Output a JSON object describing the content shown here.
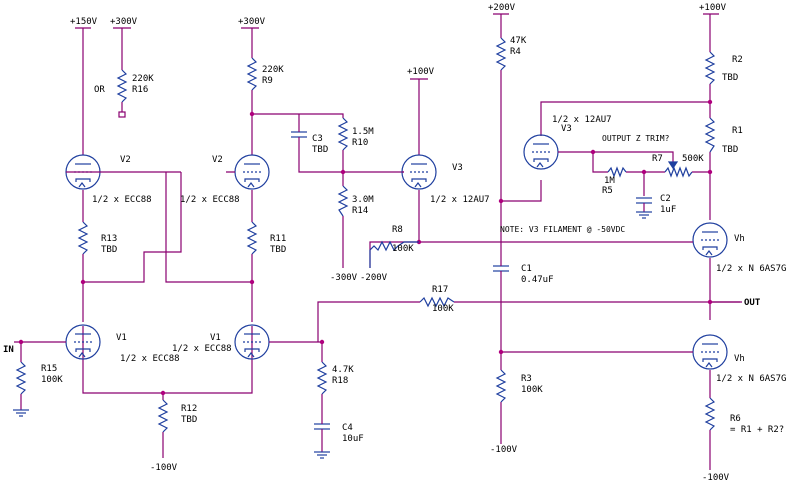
{
  "rails": {
    "p150": "+150V",
    "p300a": "+300V",
    "p300b": "+300V",
    "p100a": "+100V",
    "p200": "+200V",
    "p100b": "+100V",
    "m300": "-300V",
    "m200": "-200V",
    "m100a": "-100V",
    "m100b": "-100V",
    "m100c": "-100V"
  },
  "labels": {
    "or": "OR",
    "in": "IN",
    "out": "OUT",
    "note": "NOTE: V3 FILAMENT @ -50VDC",
    "output_trim": "OUTPUT Z TRIM?"
  },
  "components": {
    "r16_val": "220K",
    "r16_ref": "R16",
    "r9_val": "220K",
    "r9_ref": "R9",
    "r10_val": "1.5M",
    "r10_ref": "R10",
    "r14_val": "3.0M",
    "r14_ref": "R14",
    "c3_ref": "C3",
    "c3_val": "TBD",
    "r4_val": "47K",
    "r4_ref": "R4",
    "r2_ref": "R2",
    "r2_val": "TBD",
    "r1_ref": "R1",
    "r1_val": "TBD",
    "r7_ref": "R7",
    "r7_val": "500K",
    "r5_val": "1M",
    "r5_ref": "R5",
    "c2_ref": "C2",
    "c2_val": "1uF",
    "r13_ref": "R13",
    "r13_val": "TBD",
    "r11_ref": "R11",
    "r11_val": "TBD",
    "r8_ref": "R8",
    "r8_val": "100K",
    "c1_ref": "C1",
    "c1_val": "0.47uF",
    "r17_ref": "R17",
    "r17_val": "100K",
    "r15_ref": "R15",
    "r15_val": "100K",
    "r18_val": "4.7K",
    "r18_ref": "R18",
    "c4_ref": "C4",
    "c4_val": "10uF",
    "r12_ref": "R12",
    "r12_val": "TBD",
    "r3_ref": "R3",
    "r3_val": "100K",
    "r6_ref": "R6",
    "r6_val": "= R1 + R2?"
  },
  "tubes": {
    "v2a_ref": "V2",
    "v2a_type": "1/2 x ECC88",
    "v2b_ref": "V2",
    "v2b_type": "1/2 x ECC88",
    "v3a_ref": "V3",
    "v3a_type": "1/2 x 12AU7",
    "v3b_ref": "V3",
    "v3b_type": "1/2 x 12AU7",
    "v1a_ref": "V1",
    "v1a_type": "1/2 x ECC88",
    "v1b_ref": "V1",
    "v1b_type": "1/2 x ECC88",
    "vha_ref": "Vh",
    "vha_type": "1/2 x N 6AS7G",
    "vhb_ref": "Vh",
    "vhb_type": "1/2 x N 6AS7G"
  }
}
